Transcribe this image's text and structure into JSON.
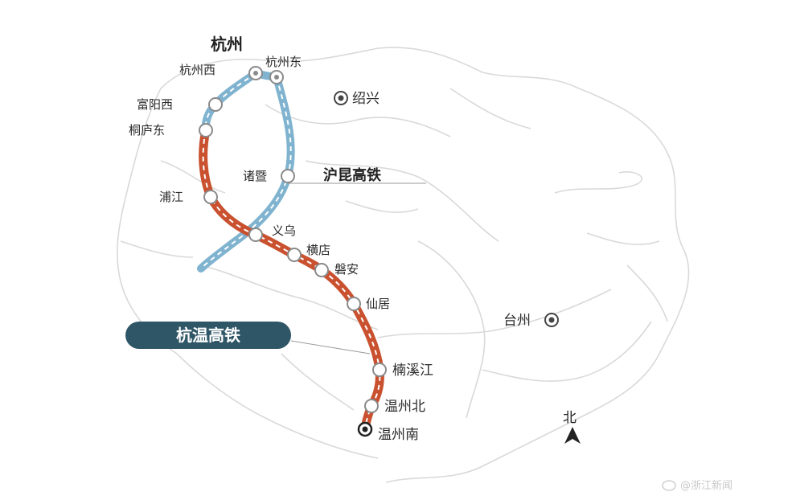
{
  "map": {
    "title": "杭州",
    "hukun_label": "沪昆高铁",
    "hangwen_label": "杭温高铁",
    "north_label": "北",
    "watermark": "@浙江新闻",
    "colors": {
      "hangwen_line": "#c9512f",
      "hukun_line": "#7fb3cf",
      "badge": "#2f5666",
      "boundary": "#d9d9d9"
    },
    "stations": {
      "hangzhou_west": "杭州西",
      "hangzhou_east": "杭州东",
      "fuyang_west": "富阳西",
      "tonglu_east": "桐庐东",
      "zhuji": "诸暨",
      "pujiang": "浦江",
      "yiwu": "义乌",
      "hengdian": "横店",
      "panan": "磐安",
      "xianju": "仙居",
      "nanxijiang": "楠溪江",
      "wenzhou_north": "温州北",
      "wenzhou_south": "温州南"
    },
    "cities": {
      "shaoxing": "绍兴",
      "taizhou": "台州"
    }
  }
}
